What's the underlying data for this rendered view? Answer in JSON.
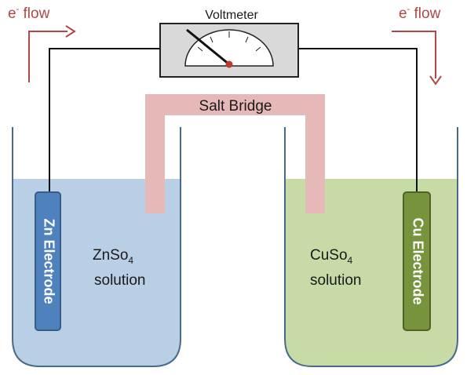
{
  "voltmeter": {
    "label": "Voltmeter"
  },
  "salt_bridge": {
    "label": "Salt Bridge"
  },
  "electron_flow_left": {
    "prefix": "e",
    "superscript": "-",
    "suffix": " flow"
  },
  "electron_flow_right": {
    "prefix": "e",
    "superscript": "-",
    "suffix": " flow"
  },
  "left_beaker": {
    "electrode_label": "Zn Electrode",
    "solution_formula_base": "ZnSo",
    "solution_formula_subscript": "4",
    "solution_word": "solution"
  },
  "right_beaker": {
    "electrode_label": "Cu Electrode",
    "solution_formula_base": "CuSo",
    "solution_formula_subscript": "4",
    "solution_word": "solution"
  },
  "colors": {
    "arrow_red": "#b04848",
    "beaker_outline": "#4a6a8a",
    "left_solution": "#b9cfe6",
    "right_solution": "#c6dba6",
    "zn_electrode": "#4f81bd",
    "cu_electrode": "#77933c",
    "salt_bridge": "#e6b9b8",
    "voltmeter_body": "#d9d9d9",
    "needle_pivot": "#c0392b"
  }
}
